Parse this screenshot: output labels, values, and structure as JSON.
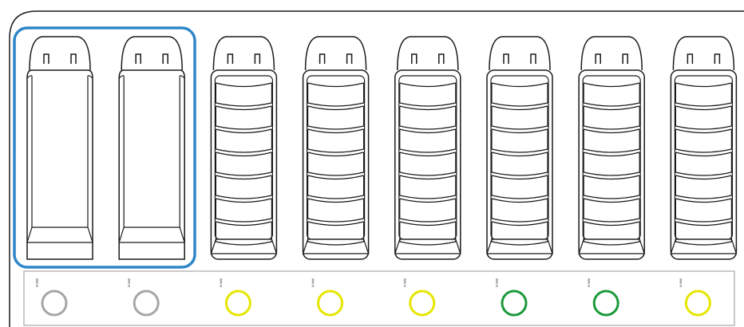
{
  "colors": {
    "outline": "#1a1a1a",
    "selection": "#2e86c8",
    "status_border": "#b8b8b8",
    "empty": "#a6a6a6",
    "warning": "#e6e600",
    "ok": "#1a9a3a",
    "mark_text": "#b0b0b0"
  },
  "selection": {
    "slots": [
      1,
      2
    ]
  },
  "slots": [
    {
      "id": 1,
      "stacked_items": 0,
      "status": "empty",
      "status_color": "#a6a6a6",
      "mark": "!",
      "icon": "status-circle"
    },
    {
      "id": 2,
      "stacked_items": 0,
      "status": "empty",
      "status_color": "#a6a6a6",
      "mark": "!",
      "icon": "status-circle"
    },
    {
      "id": 3,
      "stacked_items": 7,
      "status": "warning",
      "status_color": "#e6e600",
      "mark": "!",
      "icon": "status-circle"
    },
    {
      "id": 4,
      "stacked_items": 7,
      "status": "warning",
      "status_color": "#e6e600",
      "mark": "!",
      "icon": "status-circle"
    },
    {
      "id": 5,
      "stacked_items": 7,
      "status": "warning",
      "status_color": "#e6e600",
      "mark": "!",
      "icon": "status-circle"
    },
    {
      "id": 6,
      "stacked_items": 7,
      "status": "ok",
      "status_color": "#1a9a3a",
      "mark": "!",
      "icon": "status-circle"
    },
    {
      "id": 7,
      "stacked_items": 7,
      "status": "ok",
      "status_color": "#1a9a3a",
      "mark": "!",
      "icon": "status-circle"
    },
    {
      "id": 8,
      "stacked_items": 7,
      "status": "warning",
      "status_color": "#e6e600",
      "mark": "!",
      "icon": "status-circle"
    }
  ]
}
